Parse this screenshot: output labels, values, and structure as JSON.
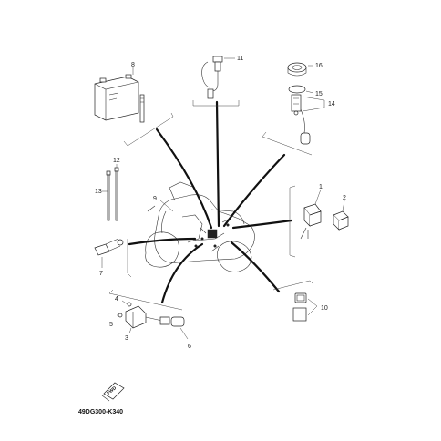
{
  "diagram": {
    "code": "49DG300-K340",
    "fwd_label": "FWD"
  },
  "callouts": {
    "n1": "1",
    "n2": "2",
    "n3": "3",
    "n4": "4",
    "n5": "5",
    "n6": "6",
    "n7": "7",
    "n8": "8",
    "n9": "9",
    "n10": "10",
    "n11": "11",
    "n12": "12",
    "n13": "13",
    "n14": "14",
    "n15": "15",
    "n16": "16"
  }
}
